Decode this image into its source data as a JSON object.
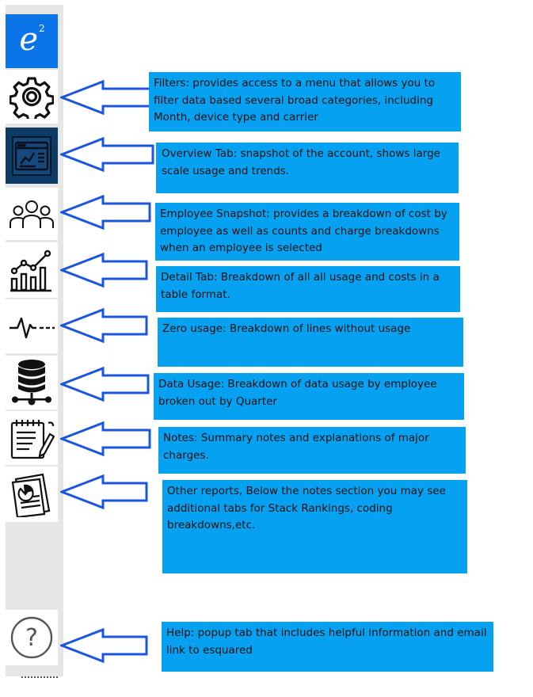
{
  "app": {
    "logo_letter": "e",
    "logo_superscript": "2",
    "accent_color": "#0a74e8",
    "callout_color": "#07a1f1",
    "arrow_color": "#1a56e0"
  },
  "sidebar": {
    "items": [
      {
        "name": "filters",
        "icon": "gear-icon"
      },
      {
        "name": "overview",
        "icon": "dashboard-chart-icon",
        "selected": true
      },
      {
        "name": "employee-snapshot",
        "icon": "people-group-icon"
      },
      {
        "name": "detail",
        "icon": "bar-chart-trend-icon"
      },
      {
        "name": "zero-usage",
        "icon": "pulse-line-icon"
      },
      {
        "name": "data-usage",
        "icon": "database-network-icon"
      },
      {
        "name": "notes",
        "icon": "notepad-pen-icon"
      },
      {
        "name": "other-reports",
        "icon": "report-pie-icon"
      },
      {
        "name": "help",
        "icon": "question-circle-icon"
      }
    ]
  },
  "callouts": {
    "filters": "Filters: provides access to a menu that allows you to filter data based several broad categories, including Month, device type and carrier",
    "overview": "Overview Tab: snapshot of the account, shows large scale usage and trends.",
    "employee": "Employee Snapshot: provides a breakdown of cost by employee as well as counts and charge breakdowns when an employee is selected",
    "detail": "Detail Tab: Breakdown of all all usage and costs in a table format.",
    "zero": "Zero usage: Breakdown of lines without usage",
    "data": "Data Usage: Breakdown of data usage by employee broken out by Quarter",
    "notes": "Notes:  Summary notes and explanations of major charges.",
    "other": "Other reports,  Below the notes section you may see additional tabs for Stack Rankings, coding breakdowns,etc.",
    "help": "Help: popup tab that includes helpful information and email link to esquared"
  }
}
